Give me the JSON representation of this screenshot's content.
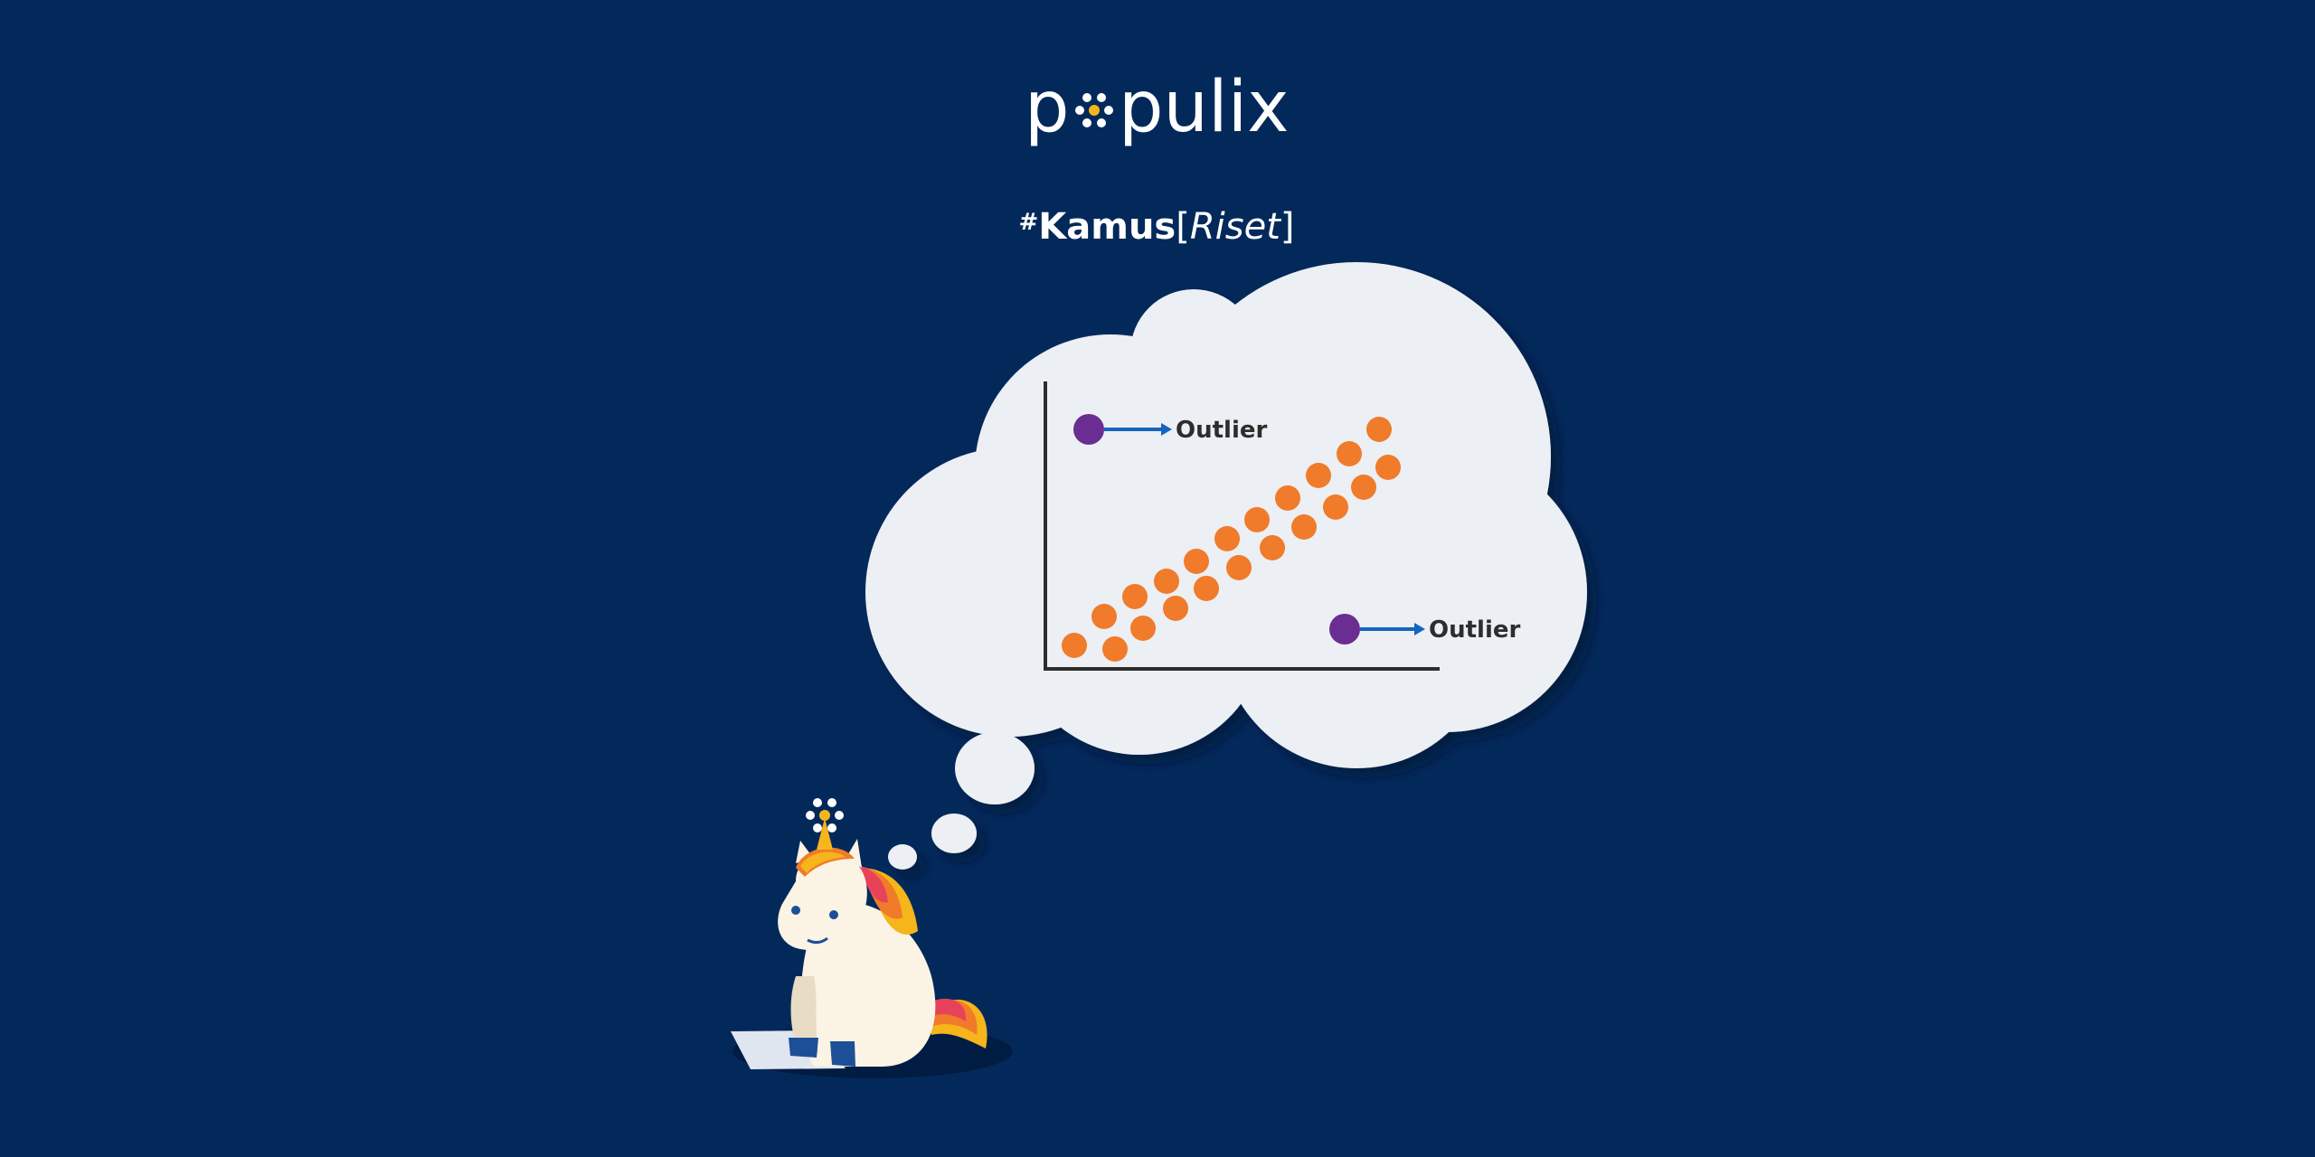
{
  "brand": {
    "name": "populix",
    "parts": {
      "pre": "p",
      "post": "pulix"
    }
  },
  "tagline": {
    "hash": "#",
    "main": "Kamus",
    "bracket_open": "[",
    "sub": "Riset",
    "bracket_close": "]"
  },
  "chart_data": {
    "type": "scatter",
    "annotations": [
      {
        "label": "Outlier",
        "position": "top-left"
      },
      {
        "label": "Outlier",
        "position": "bottom-right"
      }
    ]
  },
  "colors": {
    "background": "#03295b",
    "cloud": "#eceff3",
    "dot_normal": "#f07b2a",
    "dot_outlier": "#6a2d91",
    "arrow": "#1565c0",
    "axis": "#2d2d2d",
    "label_text": "#2d2d2d"
  },
  "illustration": {
    "character": "unicorn-mascot",
    "icon": "thought-bubble-icon"
  }
}
